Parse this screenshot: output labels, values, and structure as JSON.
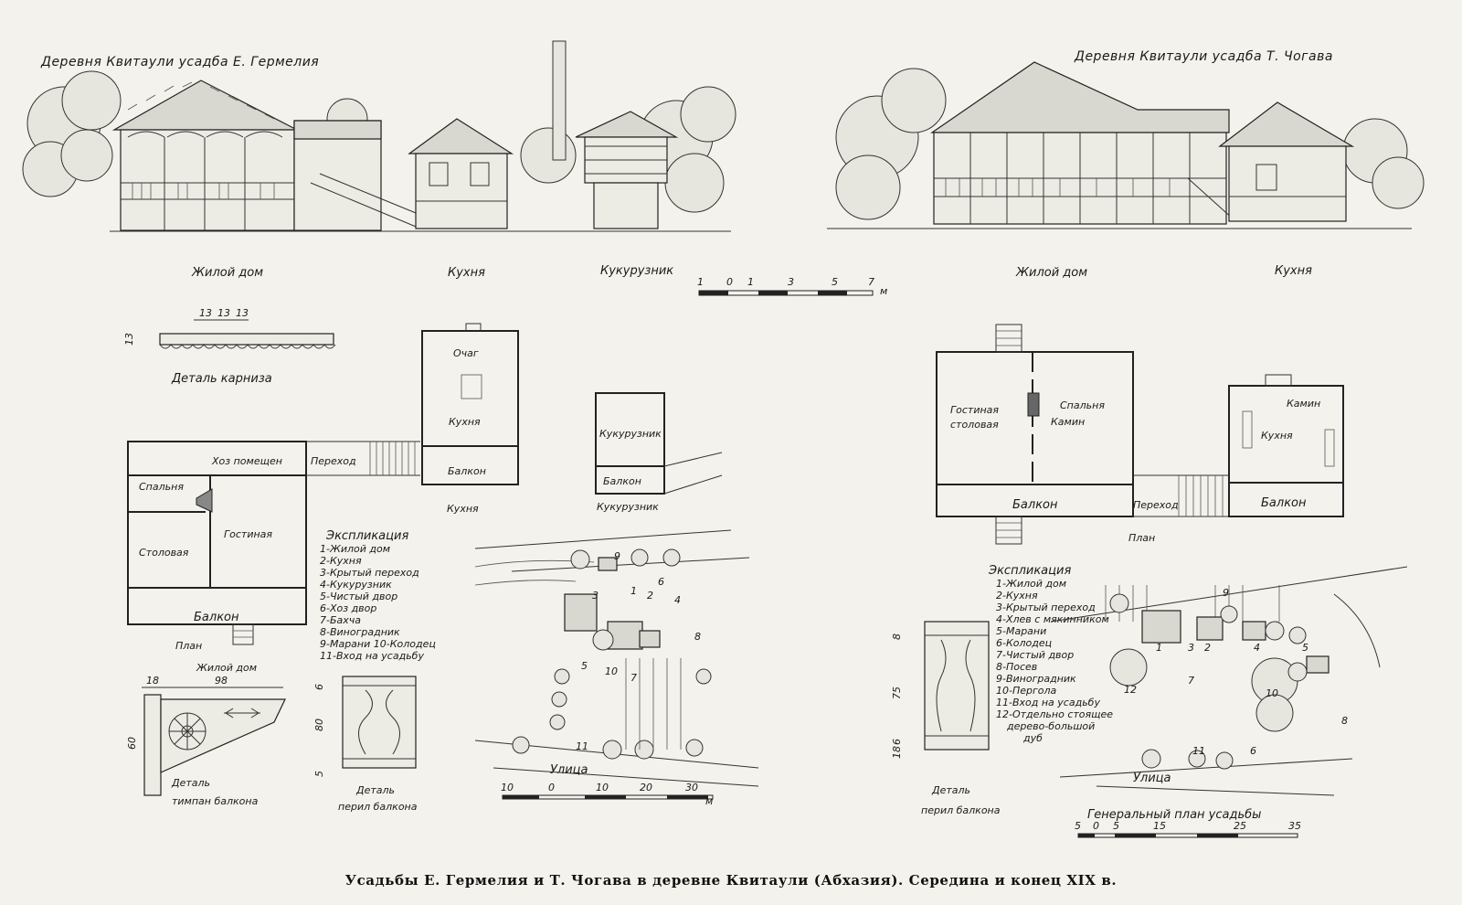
{
  "left": {
    "title": "Деревня Квитаули усадба Е. Гермелия",
    "elev_labels": [
      "Жилой дом",
      "Кухня",
      "Кукурузник"
    ],
    "scale_ticks": [
      "1",
      "0",
      "1",
      "3",
      "5",
      "7",
      "м"
    ],
    "cornice": {
      "dims": [
        "13",
        "13",
        "13"
      ],
      "side_dim": "13",
      "label": "Деталь карниза"
    },
    "plan_house": {
      "rooms": [
        "Хоз помещен",
        "Переход",
        "Спальня",
        "Гостиная",
        "Столовая",
        "Балкон"
      ],
      "label1": "План",
      "label2": "Жилой дом"
    },
    "plan_kitchen": {
      "rooms": [
        "Очаг",
        "Кухня",
        "Балкон"
      ],
      "label": "Кухня"
    },
    "plan_maize": {
      "rooms": [
        "Кукурузник",
        "Балкон"
      ],
      "label": "Кукурузник"
    },
    "explication": {
      "heading": "Экспликация",
      "items": [
        "1-Жилой дом",
        "2-Кухня",
        "3-Крытый переход",
        "4-Кукурузник",
        "5-Чистый двор",
        "6-Хоз двор",
        "7-Бахча",
        "8-Виноградник",
        "9-Марани 10-Колодец",
        "11-Вход на усадьбу"
      ]
    },
    "tympanum": {
      "dims": [
        "18",
        "98",
        "60"
      ],
      "label1": "Деталь",
      "label2": "тимпан балкона"
    },
    "railing": {
      "dims": [
        "6",
        "80",
        "5"
      ],
      "label1": "Деталь",
      "label2": "перил балкона"
    },
    "site": {
      "street": "Улица",
      "scale_ticks": [
        "10",
        "0",
        "10",
        "20",
        "30",
        "м"
      ],
      "numbers": [
        "9",
        "3",
        "2",
        "1",
        "6",
        "4",
        "8",
        "5",
        "10",
        "7",
        "11"
      ]
    }
  },
  "right": {
    "title": "Деревня Квитаули усадба Т. Чогава",
    "elev_labels": [
      "Жилой дом",
      "Кухня"
    ],
    "plan_house": {
      "rooms": [
        "Гостиная",
        "столовая",
        "Спальня",
        "Камин",
        "Балкон",
        "Переход"
      ],
      "label": "План"
    },
    "plan_kitchen": {
      "rooms": [
        "Камин",
        "Кухня",
        "Балкон"
      ]
    },
    "explication": {
      "heading": "Экспликация",
      "items": [
        "1-Жилой дом",
        "2-Кухня",
        "3-Крытый переход",
        "4-Хлев с мякинником",
        "5-Марани",
        "6-Колодец",
        "7-Чистый двор",
        "8-Посев",
        "9-Виноградник",
        "10-Пергола",
        "11-Вход на усадьбу",
        "12-Отдельно стоящее",
        "дерево-большой",
        "дуб"
      ]
    },
    "railing": {
      "dims": [
        "8",
        "75",
        "18",
        "6"
      ],
      "label1": "Деталь",
      "label2": "перил балкона"
    },
    "site": {
      "street": "Улица",
      "title": "Генеральный план усадьбы",
      "scale_ticks": [
        "5",
        "0",
        "5",
        "15",
        "25",
        "35"
      ],
      "numbers": [
        "9",
        "1",
        "3",
        "2",
        "4",
        "5",
        "7",
        "12",
        "10",
        "8",
        "11",
        "6"
      ]
    }
  },
  "caption": "Усадьбы Е. Гермелия и Т. Чогава в деревне Квитаули (Абхазия). Середина и конец XIX в."
}
